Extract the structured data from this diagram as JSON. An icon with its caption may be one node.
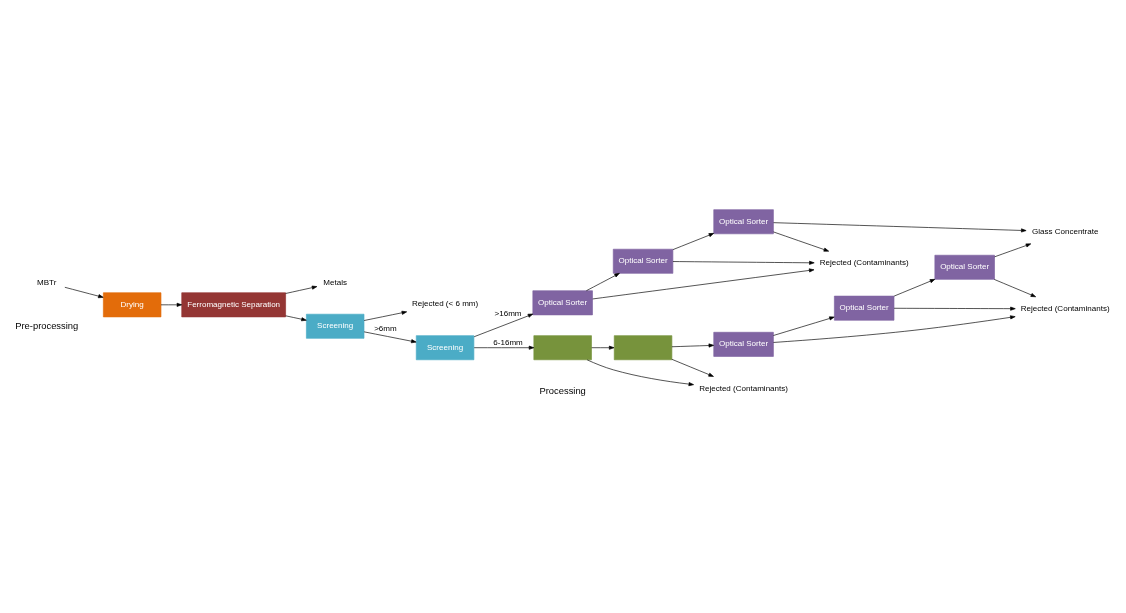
{
  "diagram": {
    "nodes": [
      {
        "text": [
          "MBTr"
        ]
      },
      {
        "text": [
          "Drying"
        ]
      },
      {
        "text": [
          "Ferromagnetic Separation"
        ]
      },
      {
        "text": [
          "Metals"
        ]
      },
      {
        "text": [
          "Screening"
        ]
      },
      {
        "text": [
          "Rejected (< 6 mm)"
        ]
      },
      {
        "text": [
          "Screening"
        ]
      },
      {
        "text": [
          "Optical Sorter"
        ]
      },
      {
        "text": [
          "Optical Sorter"
        ]
      },
      {
        "text": [
          "Optical Sorter"
        ]
      },
      {
        "text": [
          "Rejected (Contaminants)"
        ]
      },
      {
        "text": [
          "Glass Concentrate"
        ]
      },
      {
        "text": [],
        "shape": "box"
      },
      {
        "text": [],
        "shape": "box"
      },
      {
        "text": [
          "Rejected (Contaminants)"
        ]
      },
      {
        "text": [
          "Optical Sorter"
        ]
      },
      {
        "text": [
          "Optical Sorter"
        ]
      },
      {
        "text": [
          "Optical Sorter"
        ]
      },
      {
        "text": [
          "Rejected (Contaminants)"
        ]
      }
    ],
    "edges": [
      {
        "from": 0,
        "to": 1,
        "arrow": "to"
      },
      {
        "from": 1,
        "to": 2,
        "arrow": "to"
      },
      {
        "from": 2,
        "to": 3,
        "arrow": "to"
      },
      {
        "from": 2,
        "to": 4,
        "arrow": "to"
      },
      {
        "from": 4,
        "to": 5,
        "arrow": "to"
      },
      {
        "from": 4,
        "to": 6,
        "arrow": "to",
        "label": ">6mm"
      },
      {
        "from": 6,
        "to": 7,
        "arrow": "to",
        "label": ">16mm"
      },
      {
        "from": 7,
        "to": 8,
        "arrow": "to"
      },
      {
        "from": 8,
        "to": 9,
        "arrow": "to"
      },
      {
        "from": 9,
        "to": 11,
        "arrow": "to"
      },
      {
        "from": 7,
        "to": 10,
        "arrow": "to"
      },
      {
        "from": 8,
        "to": 10,
        "arrow": "to"
      },
      {
        "from": 9,
        "to": 10,
        "arrow": "to"
      },
      {
        "from": 6,
        "to": 12,
        "arrow": "to",
        "label": "6-16mm"
      },
      {
        "from": 12,
        "to": 13,
        "arrow": "to"
      },
      {
        "from": 13,
        "to": 15,
        "arrow": "to"
      },
      {
        "from": 15,
        "to": 16,
        "arrow": "to"
      },
      {
        "from": 16,
        "to": 17,
        "arrow": "to"
      },
      {
        "from": 17,
        "to": 11,
        "arrow": "to"
      },
      {
        "from": 12,
        "to": 14,
        "arrow": "to"
      },
      {
        "from": 13,
        "to": 14,
        "arrow": "to"
      },
      {
        "from": 15,
        "to": 18,
        "arrow": "to"
      },
      {
        "from": 16,
        "to": 18,
        "arrow": "to"
      },
      {
        "from": 17,
        "to": 18,
        "arrow": "to"
      }
    ],
    "labels": [
      "Pre-processing",
      "Processing"
    ]
  }
}
